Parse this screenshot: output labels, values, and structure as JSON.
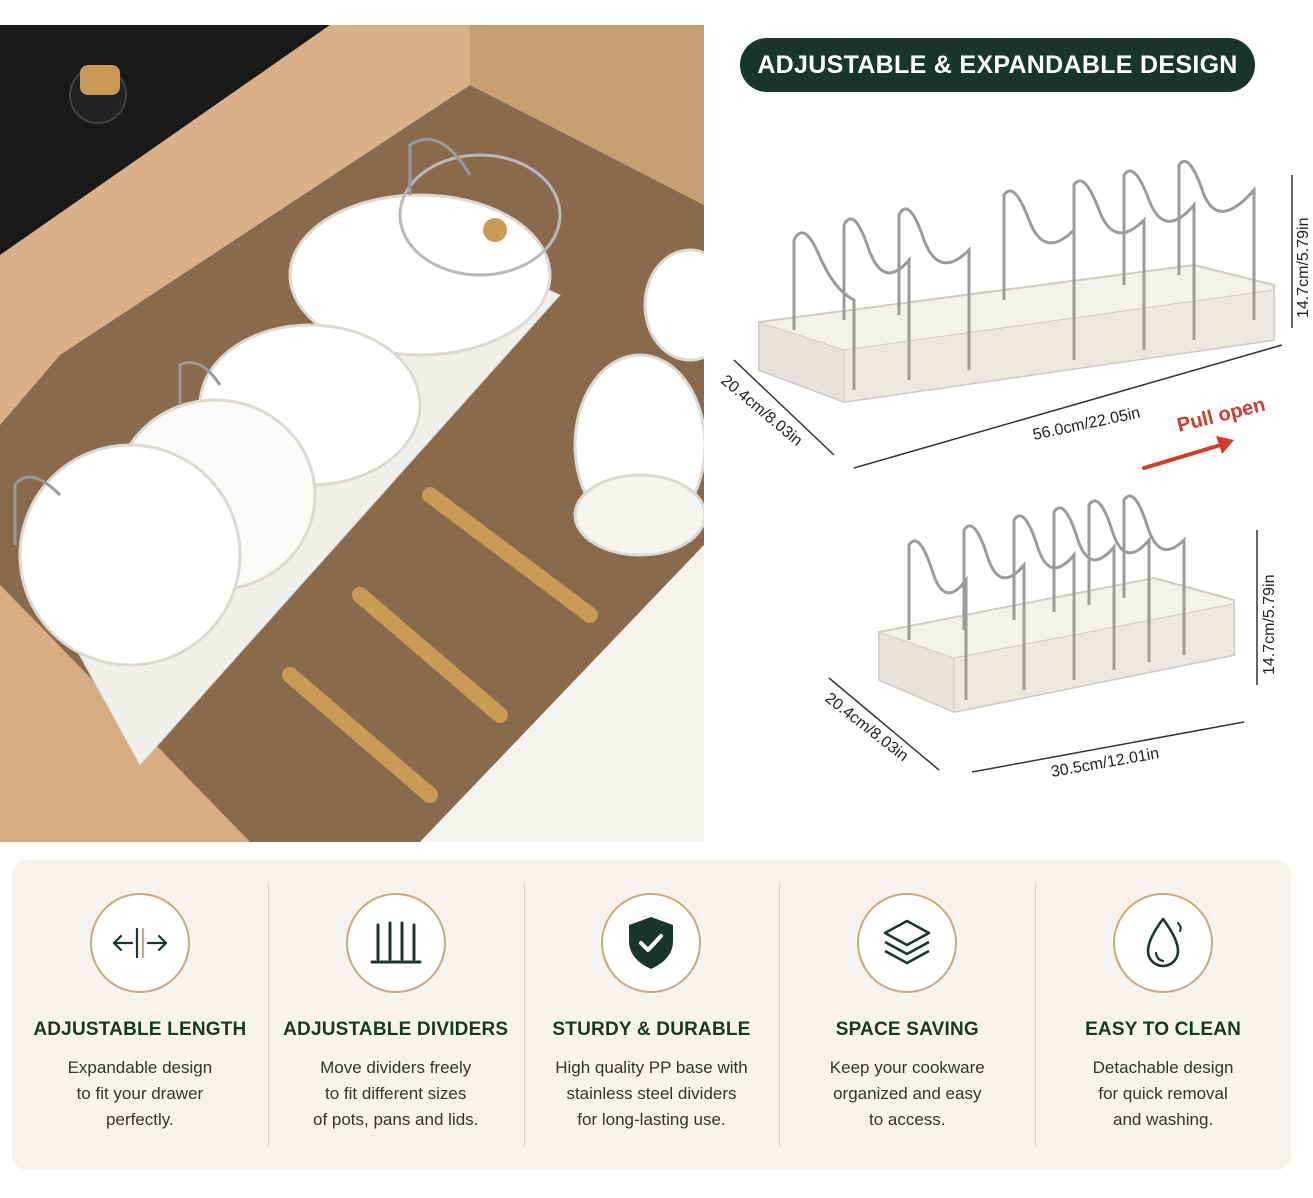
{
  "header": {
    "title": "ADJUSTABLE & EXPANDABLE DESIGN"
  },
  "expanded": {
    "height_label": "14.7cm/5.79in",
    "depth_label": "20.4cm/8.03in",
    "length_label": "56.0cm/22.05in",
    "pull_label": "Pull open"
  },
  "compact": {
    "height_label": "14.7cm/5.79in",
    "depth_label": "20.4cm/8.03in",
    "length_label": "30.5cm/12.01in"
  },
  "colors": {
    "brand": "#18372a",
    "accent": "#c8aa7a",
    "arrow": "#d23a2a"
  },
  "features": [
    {
      "icon": "arrows-expand-icon",
      "title": "ADJUSTABLE LENGTH",
      "lines": [
        "Expandable design",
        "to fit your drawer",
        "perfectly."
      ]
    },
    {
      "icon": "dividers-icon",
      "title": "ADJUSTABLE DIVIDERS",
      "lines": [
        "Move dividers freely",
        "to fit different sizes",
        "of pots, pans and lids."
      ]
    },
    {
      "icon": "shield-check-icon",
      "title": "STURDY & DURABLE",
      "lines": [
        "High quality PP base with",
        "stainless steel dividers",
        "for long-lasting use."
      ]
    },
    {
      "icon": "layers-icon",
      "title": "SPACE SAVING",
      "lines": [
        "Keep your cookware",
        "organized and easy",
        "to access."
      ]
    },
    {
      "icon": "water-drop-icon",
      "title": "EASY TO CLEAN",
      "lines": [
        "Detachable design",
        "for quick removal",
        "and washing."
      ]
    }
  ]
}
